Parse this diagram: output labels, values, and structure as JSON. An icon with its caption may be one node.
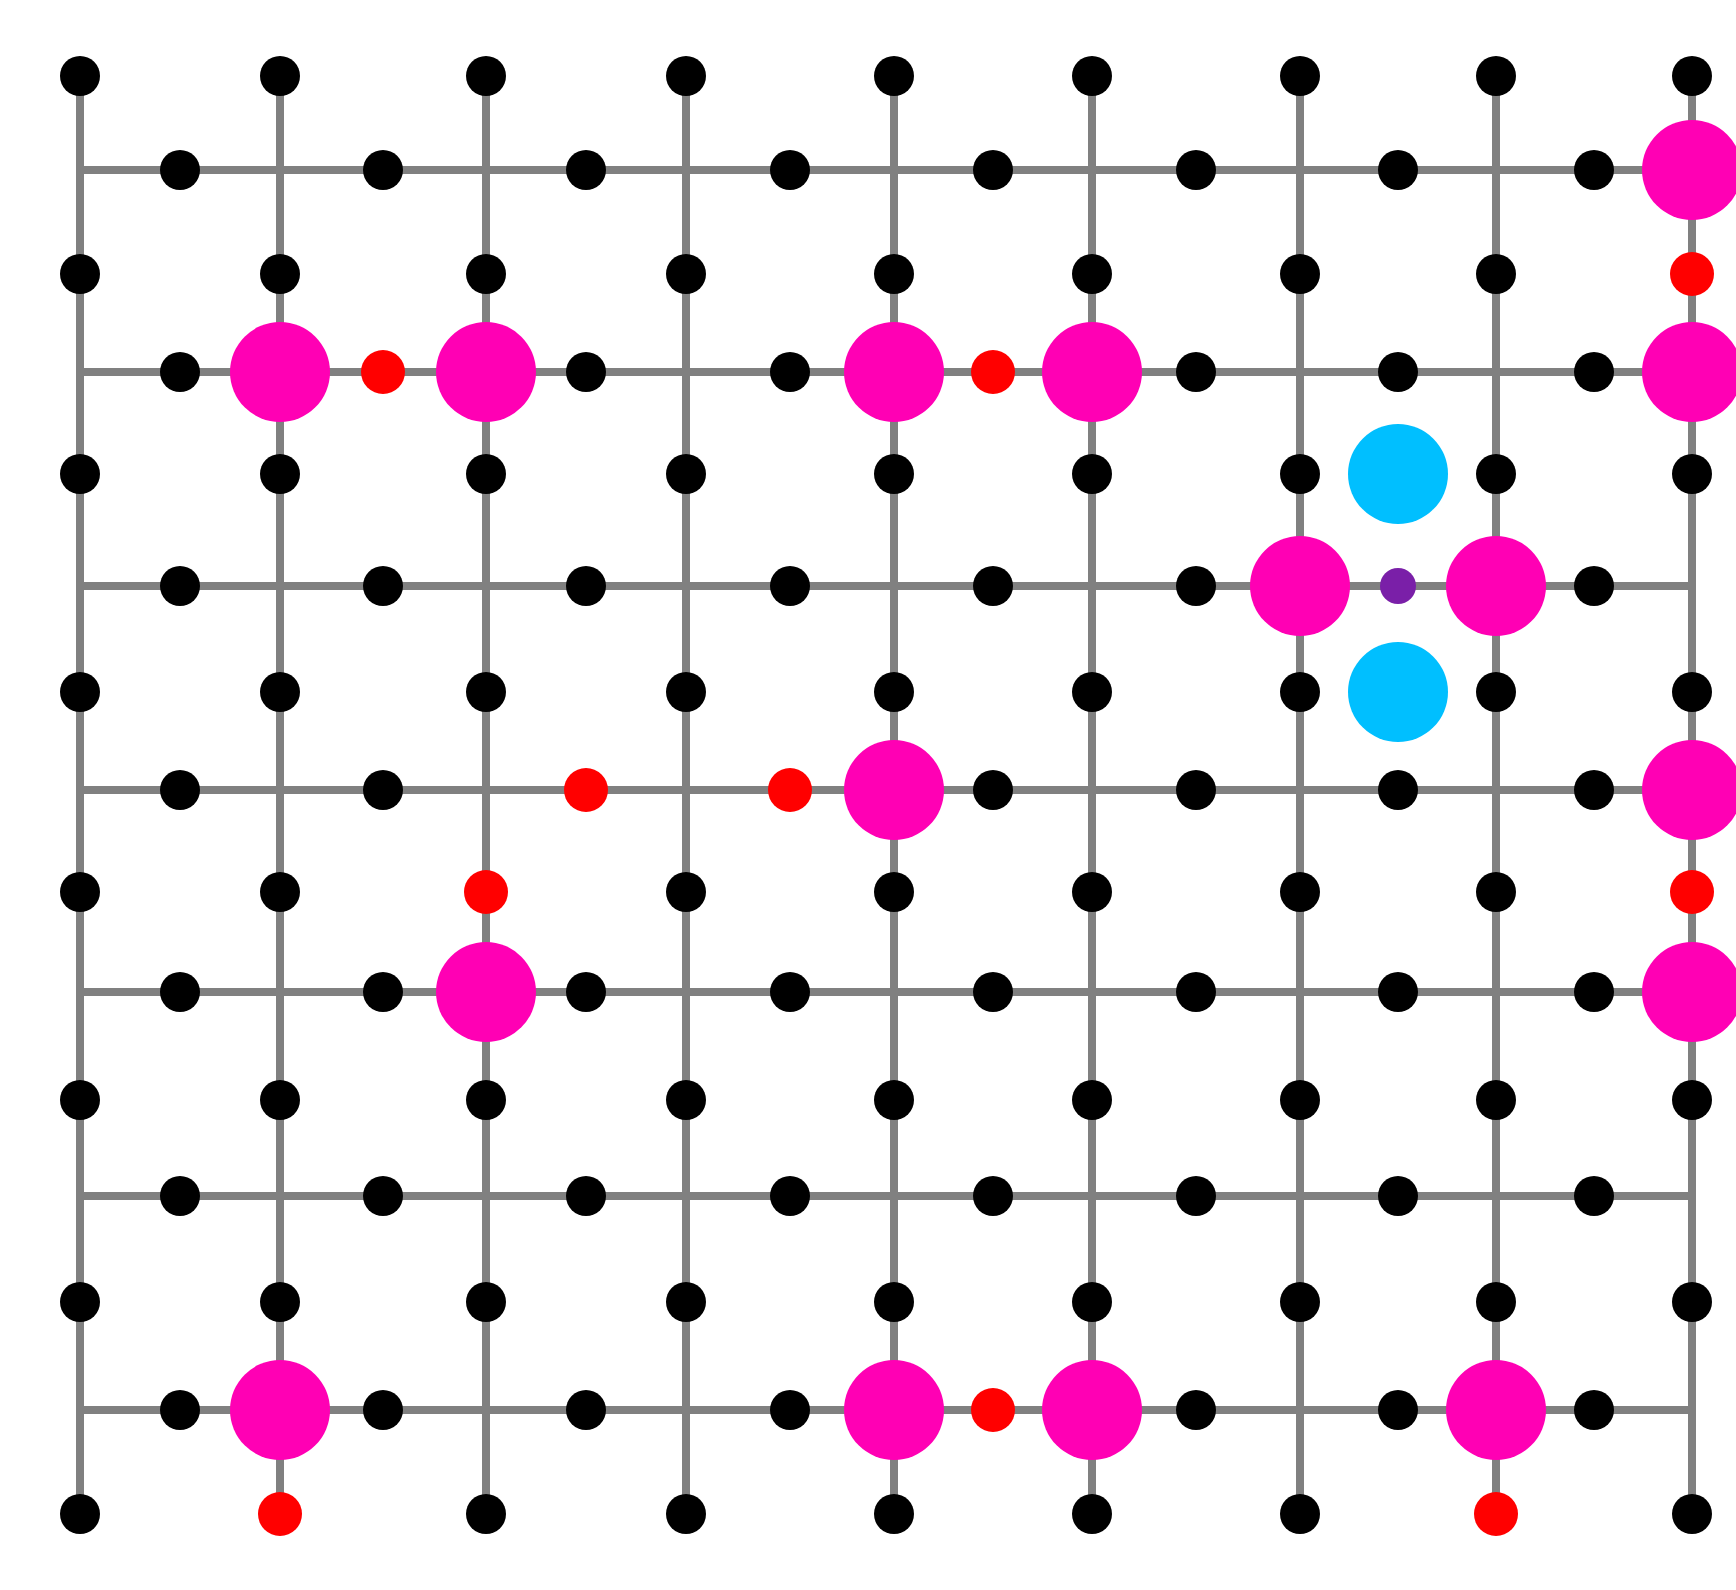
{
  "diagram": {
    "nodes": [
      {
        "text": [],
        "shape": "circle"
      },
      {
        "text": [],
        "shape": "circle"
      },
      {
        "text": [],
        "shape": "circle"
      },
      {
        "text": [],
        "shape": "circle"
      },
      {
        "text": [],
        "shape": "circle"
      },
      {
        "text": [],
        "shape": "circle"
      },
      {
        "text": [],
        "shape": "circle"
      },
      {
        "text": [],
        "shape": "circle"
      },
      {
        "text": [],
        "shape": "circle"
      },
      {
        "text": [],
        "shape": "circle"
      },
      {
        "text": [],
        "shape": "circle"
      },
      {
        "text": [],
        "shape": "circle"
      },
      {
        "text": [],
        "shape": "circle"
      },
      {
        "text": [],
        "shape": "circle"
      },
      {
        "text": [],
        "shape": "circle"
      },
      {
        "text": [],
        "shape": "circle"
      },
      {
        "text": [],
        "shape": "circle"
      },
      {
        "text": [],
        "shape": "circle"
      },
      {
        "text": [],
        "shape": "circle"
      },
      {
        "text": [],
        "shape": "circle"
      },
      {
        "text": [],
        "shape": "circle"
      },
      {
        "text": [],
        "shape": "circle"
      },
      {
        "text": [],
        "shape": "circle"
      },
      {
        "text": [],
        "shape": "circle"
      },
      {
        "text": [],
        "shape": "circle"
      },
      {
        "text": [],
        "shape": "circle"
      },
      {
        "text": [],
        "shape": "circle"
      },
      {
        "text": [],
        "shape": "circle"
      },
      {
        "text": [],
        "shape": "circle"
      },
      {
        "text": [],
        "shape": "circle"
      },
      {
        "text": [],
        "shape": "circle"
      },
      {
        "text": [],
        "shape": "circle"
      },
      {
        "text": [],
        "shape": "circle"
      },
      {
        "text": [],
        "shape": "circle"
      },
      {
        "text": [],
        "shape": "circle"
      },
      {
        "text": [],
        "shape": "circle"
      },
      {
        "text": [],
        "shape": "circle"
      },
      {
        "text": [],
        "shape": "circle"
      },
      {
        "text": [],
        "shape": "circle"
      },
      {
        "text": [],
        "shape": "circle"
      },
      {
        "text": [],
        "shape": "circle"
      },
      {
        "text": [],
        "shape": "circle"
      },
      {
        "text": [],
        "shape": "circle"
      },
      {
        "text": [],
        "shape": "circle"
      },
      {
        "text": [],
        "shape": "circle"
      },
      {
        "text": [],
        "shape": "circle"
      },
      {
        "text": [],
        "shape": "circle"
      },
      {
        "text": [],
        "shape": "circle"
      },
      {
        "text": [],
        "shape": "circle"
      },
      {
        "text": [],
        "shape": "circle"
      },
      {
        "text": [],
        "shape": "circle"
      },
      {
        "text": [],
        "shape": "circle"
      },
      {
        "text": [],
        "shape": "circle"
      },
      {
        "text": [],
        "shape": "circle"
      },
      {
        "text": [],
        "shape": "circle"
      },
      {
        "text": [],
        "shape": "circle"
      },
      {
        "text": [],
        "shape": "circle"
      },
      {
        "text": [],
        "shape": "circle"
      },
      {
        "text": [],
        "shape": "circle"
      },
      {
        "text": [],
        "shape": "circle"
      },
      {
        "text": [],
        "shape": "circle"
      },
      {
        "text": [],
        "shape": "circle"
      },
      {
        "text": [],
        "shape": "circle"
      },
      {
        "text": [],
        "shape": "circle"
      },
      {
        "text": [],
        "shape": "circle"
      },
      {
        "text": [],
        "shape": "circle"
      },
      {
        "text": [],
        "shape": "circle"
      },
      {
        "text": [],
        "shape": "circle"
      },
      {
        "text": [],
        "shape": "circle"
      },
      {
        "text": [],
        "shape": "circle"
      },
      {
        "text": [],
        "shape": "circle"
      },
      {
        "text": [],
        "shape": "circle"
      },
      {
        "text": [],
        "shape": "circle"
      },
      {
        "text": [],
        "shape": "circle"
      },
      {
        "text": [],
        "shape": "circle"
      },
      {
        "text": [],
        "shape": "circle"
      },
      {
        "text": [],
        "shape": "circle"
      },
      {
        "text": [],
        "shape": "circle"
      },
      {
        "text": [],
        "shape": "circle"
      },
      {
        "text": [],
        "shape": "circle"
      },
      {
        "text": [],
        "shape": "circle"
      },
      {
        "text": [],
        "shape": "circle"
      },
      {
        "text": [],
        "shape": "circle"
      },
      {
        "text": [],
        "shape": "circle"
      },
      {
        "text": [],
        "shape": "circle"
      },
      {
        "text": [],
        "shape": "circle"
      },
      {
        "text": [],
        "shape": "circle"
      },
      {
        "text": [],
        "shape": "circle"
      },
      {
        "text": [],
        "shape": "circle"
      },
      {
        "text": [],
        "shape": "circle"
      },
      {
        "text": [],
        "shape": "circle"
      },
      {
        "text": [],
        "shape": "circle"
      },
      {
        "text": [],
        "shape": "circle"
      },
      {
        "text": [],
        "shape": "circle"
      },
      {
        "text": [],
        "shape": "circle"
      },
      {
        "text": [],
        "shape": "circle"
      },
      {
        "text": [],
        "shape": "circle"
      },
      {
        "text": [],
        "shape": "circle"
      },
      {
        "text": [],
        "shape": "circle"
      },
      {
        "text": [],
        "shape": "circle"
      },
      {
        "text": [],
        "shape": "circle"
      },
      {
        "text": [],
        "shape": "circle"
      },
      {
        "text": [],
        "shape": "circle"
      },
      {
        "text": [],
        "shape": "circle"
      },
      {
        "text": [],
        "shape": "circle"
      },
      {
        "text": [],
        "shape": "circle"
      },
      {
        "text": [],
        "shape": "circle"
      },
      {
        "text": [],
        "shape": "circle"
      },
      {
        "text": [],
        "shape": "circle"
      },
      {
        "text": [],
        "shape": "circle"
      },
      {
        "text": [],
        "shape": "circle"
      },
      {
        "text": [],
        "shape": "circle"
      },
      {
        "text": [],
        "shape": "circle"
      },
      {
        "text": [],
        "shape": "circle"
      },
      {
        "text": [],
        "shape": "circle"
      },
      {
        "text": [],
        "shape": "circle"
      },
      {
        "text": [],
        "shape": "circle"
      },
      {
        "text": [],
        "shape": "circle"
      },
      {
        "text": [],
        "shape": "circle"
      },
      {
        "text": [],
        "shape": "circle"
      },
      {
        "text": [],
        "shape": "circle"
      },
      {
        "text": [],
        "shape": "circle"
      },
      {
        "text": [],
        "shape": "circle"
      },
      {
        "text": [],
        "shape": "circle"
      },
      {
        "text": [],
        "shape": "circle"
      },
      {
        "text": [],
        "shape": "circle"
      },
      {
        "text": [],
        "shape": "circle"
      },
      {
        "text": [],
        "shape": "circle"
      },
      {
        "text": [],
        "shape": "circle"
      },
      {
        "text": [],
        "shape": "circle"
      },
      {
        "text": [],
        "shape": "circle"
      },
      {
        "text": [],
        "shape": "circle"
      },
      {
        "text": [],
        "shape": "circle"
      },
      {
        "text": [],
        "shape": "circle"
      },
      {
        "text": [],
        "shape": "circle"
      },
      {
        "text": [],
        "shape": "circle"
      },
      {
        "text": [],
        "shape": "circle"
      },
      {
        "text": [],
        "shape": "circle"
      },
      {
        "text": [],
        "shape": "circle"
      },
      {
        "text": [],
        "shape": "circle"
      },
      {
        "text": [],
        "shape": "circle"
      },
      {
        "text": [],
        "shape": "circle"
      },
      {
        "text": [],
        "shape": "circle"
      },
      {
        "text": [],
        "shape": "circle"
      },
      {
        "text": [],
        "shape": "circle"
      },
      {
        "text": [],
        "shape": "circle"
      }
    ]
  }
}
